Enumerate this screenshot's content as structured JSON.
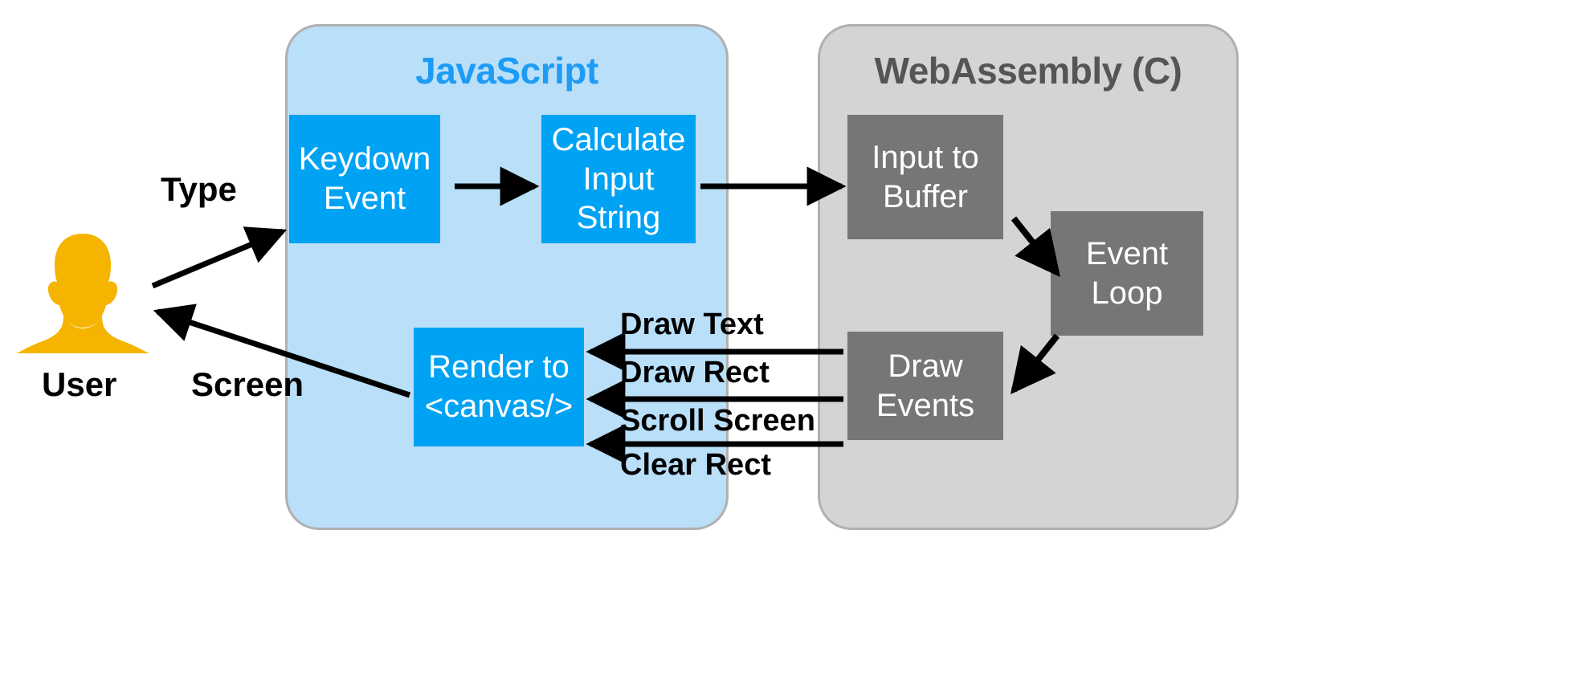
{
  "diagram": {
    "title": "JavaScript / WebAssembly (C) terminal rendering data flow",
    "colors": {
      "js_panel_bg": "#b9dff9",
      "js_title": "#1e9bf5",
      "js_node": "#00a2f3",
      "wasm_panel_bg": "#d4d4d4",
      "wasm_title": "#555555",
      "wasm_node": "#767676",
      "user_icon": "#f5b400",
      "arrow": "#000000",
      "panel_border": "#b0b0b0"
    }
  },
  "actor": {
    "icon_name": "user-avatar-icon",
    "label": "User"
  },
  "panels": [
    {
      "id": "javascript",
      "title": "JavaScript",
      "nodes": [
        {
          "id": "keydown",
          "lines": [
            "Keydown",
            "Event"
          ]
        },
        {
          "id": "calculate",
          "lines": [
            "Calculate",
            "Input",
            "String"
          ]
        },
        {
          "id": "render",
          "lines": [
            "Render to",
            "<canvas/>"
          ]
        }
      ]
    },
    {
      "id": "webassembly",
      "title": "WebAssembly (C)",
      "nodes": [
        {
          "id": "input-to-buffer",
          "lines": [
            "Input to",
            "Buffer"
          ]
        },
        {
          "id": "event-loop",
          "lines": [
            "Event",
            "Loop"
          ]
        },
        {
          "id": "draw-events",
          "lines": [
            "Draw",
            "Events"
          ]
        }
      ]
    }
  ],
  "edge_labels": {
    "type": "Type",
    "screen": "Screen",
    "draw_text": "Draw Text",
    "draw_rect": "Draw Rect",
    "scroll_screen": "Scroll Screen",
    "clear_rect": "Clear Rect"
  },
  "node_text": {
    "keydown_l1": "Keydown",
    "keydown_l2": "Event",
    "calculate_l1": "Calculate",
    "calculate_l2": "Input",
    "calculate_l3": "String",
    "render_l1": "Render to",
    "render_l2": "<canvas/>",
    "inputbuf_l1": "Input to",
    "inputbuf_l2": "Buffer",
    "eventloop_l1": "Event",
    "eventloop_l2": "Loop",
    "drawevents_l1": "Draw",
    "drawevents_l2": "Events"
  }
}
